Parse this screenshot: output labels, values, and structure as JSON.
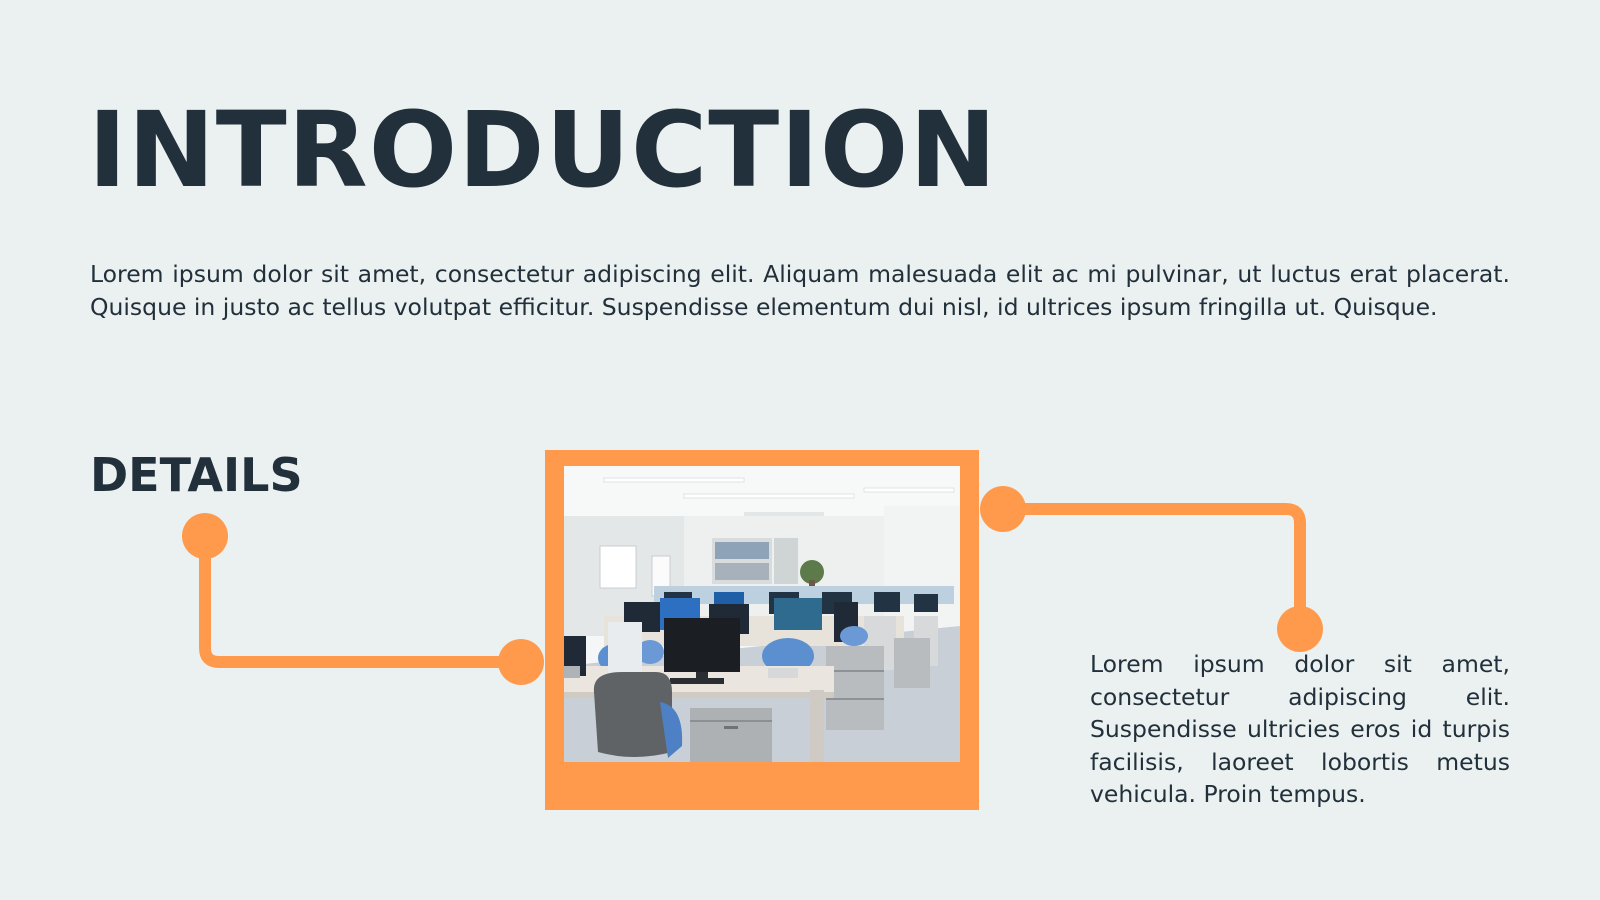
{
  "slide": {
    "title": "INTRODUCTION",
    "intro_paragraph": "Lorem ipsum dolor sit amet, consectetur adipiscing elit. Aliquam malesuada elit ac mi pulvinar, ut luctus erat placerat. Quisque in justo ac tellus volutpat efficitur. Suspendisse elementum dui nisl, id ultrices ipsum fringilla ut. Quisque.",
    "details_heading": "DETAILS",
    "details_paragraph": "Lorem ipsum dolor sit amet, consectetur adipiscing elit. Suspendisse ultricies eros id turpis facilisis, laoreet lobortis metus vehicula. Proin tempus."
  },
  "colors": {
    "background": "#ebf0f0",
    "text": "#22303b",
    "accent": "#ff9a4d"
  },
  "image": {
    "subject": "office-with-computer-desks"
  }
}
